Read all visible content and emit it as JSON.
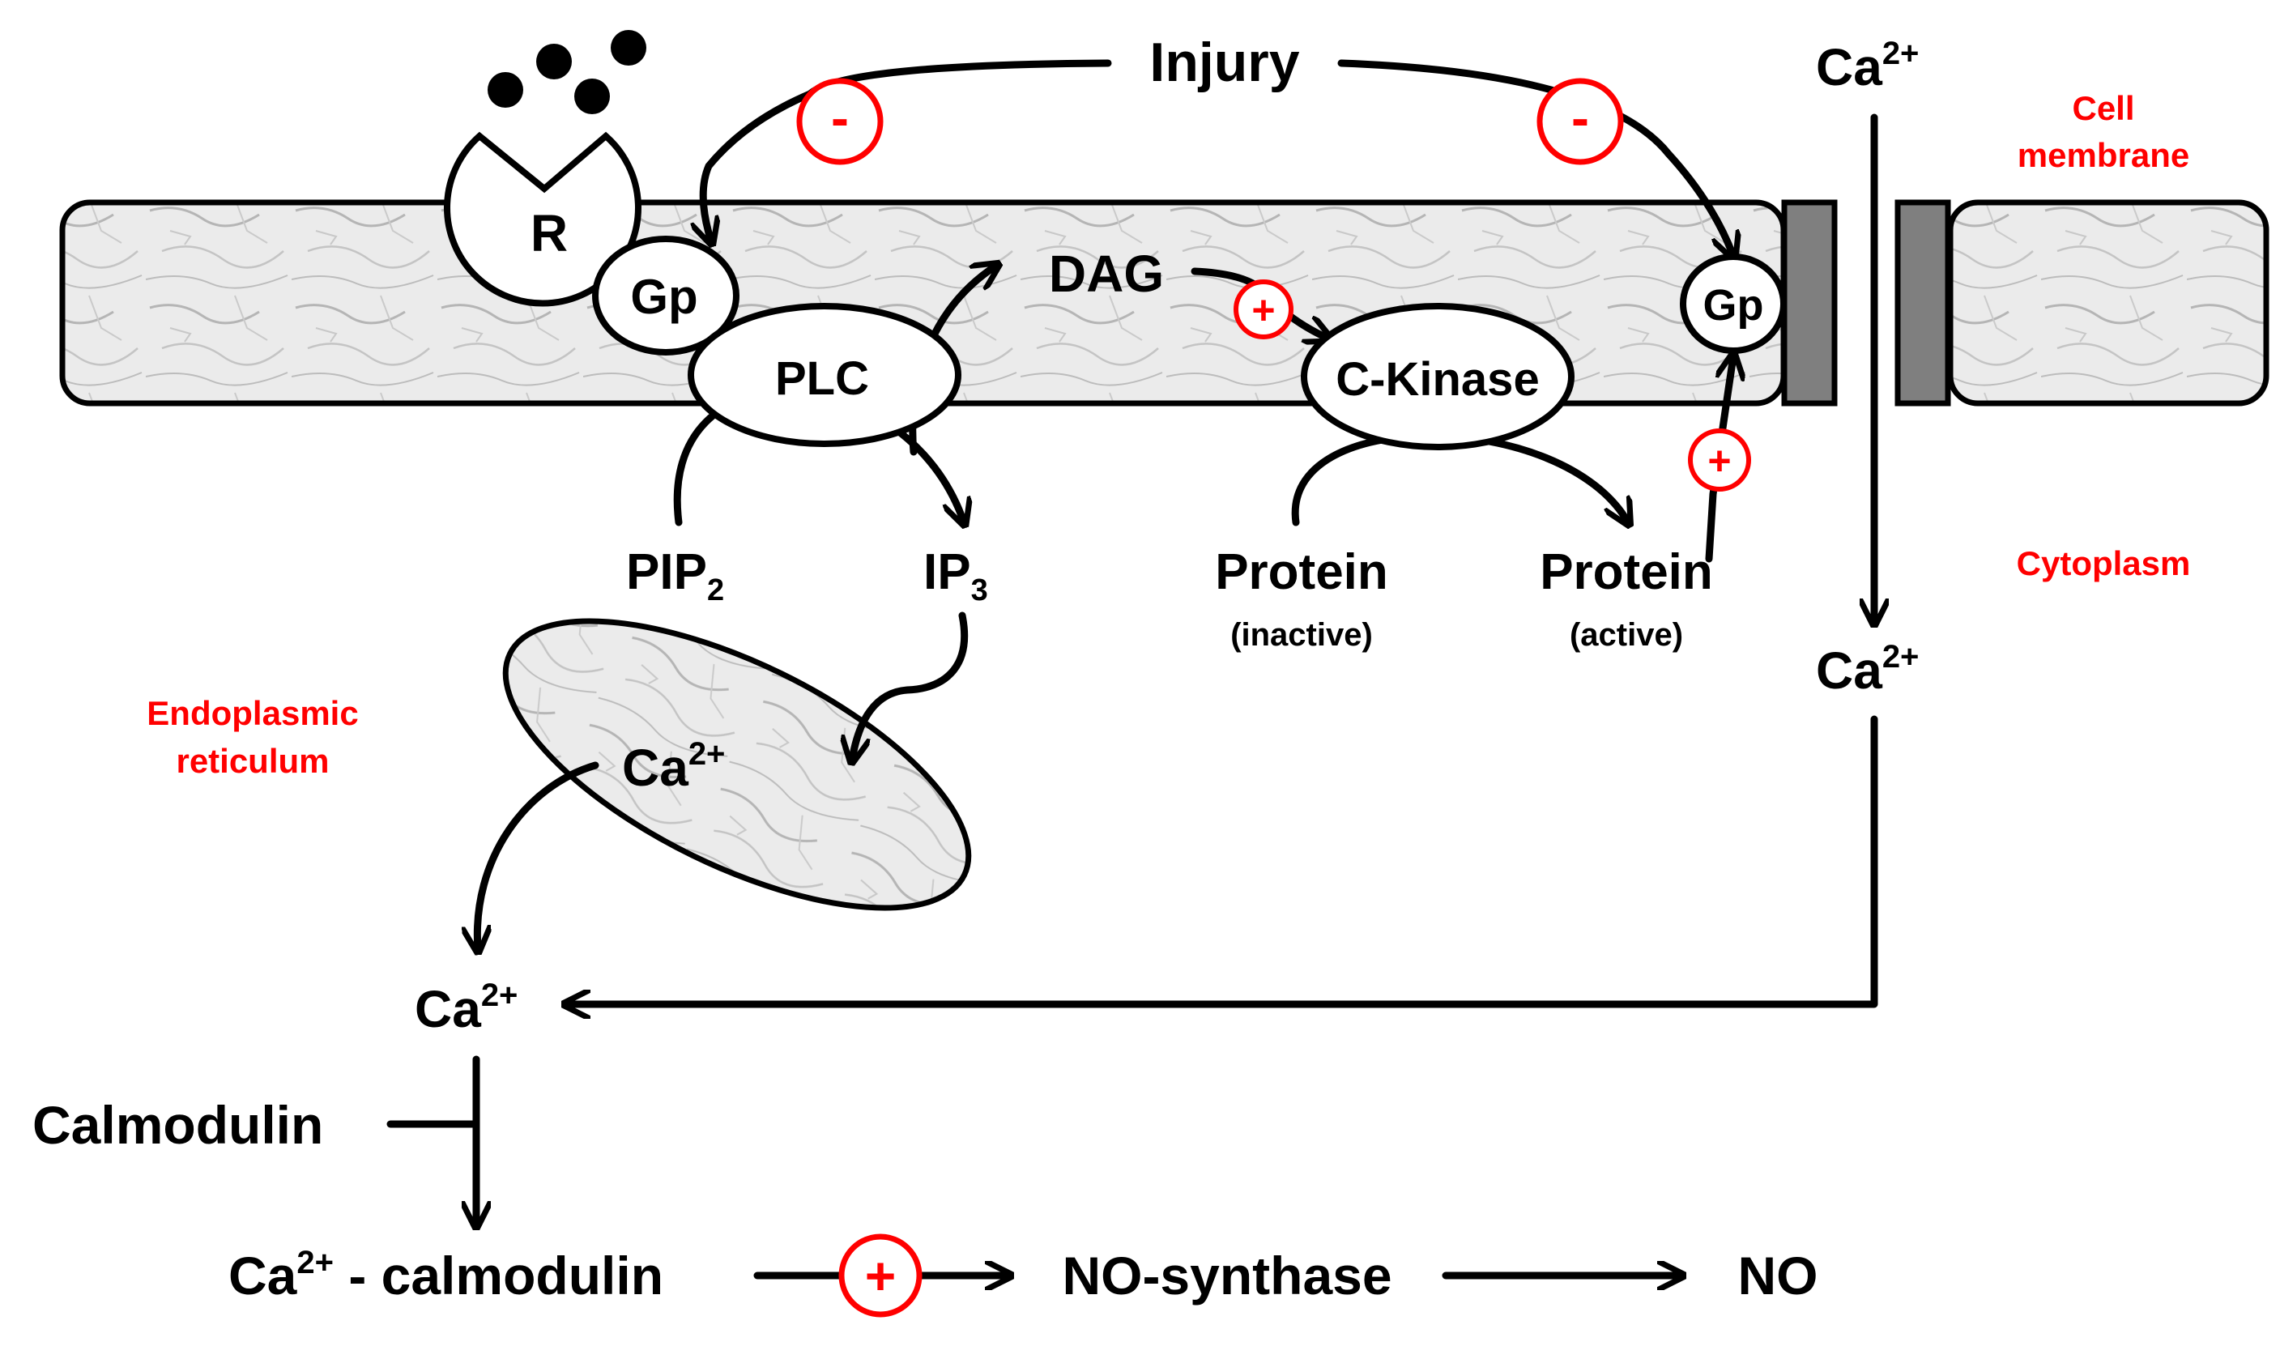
{
  "labels": {
    "injury": "Injury",
    "cell_membrane_1": "Cell",
    "cell_membrane_2": "membrane",
    "cytoplasm": "Cytoplasm",
    "er_1": "Endoplasmic",
    "er_2": "reticulum",
    "receptor": "R",
    "gp_left": "Gp",
    "gp_right": "Gp",
    "plc": "PLC",
    "dag": "DAG",
    "c_kinase": "C-Kinase",
    "pip": "PIP",
    "pip_sub": "2",
    "ip": "IP",
    "ip_sub": "3",
    "protein_inactive": "Protein",
    "protein_inactive_state": "(inactive)",
    "protein_active": "Protein",
    "protein_active_state": "(active)",
    "ca": "Ca",
    "ca_sup": "2+",
    "calmodulin": "Calmodulin",
    "ca_calmodulin_suffix": " - calmodulin",
    "no_synthase": "NO-synthase",
    "no": "NO"
  },
  "signs": {
    "minus": "-",
    "plus": "+"
  },
  "colors": {
    "accent_red": "#ff0000",
    "membrane_fill": "#e8e8e8",
    "channel_fill": "#7f7f7f",
    "stroke": "#000000"
  }
}
